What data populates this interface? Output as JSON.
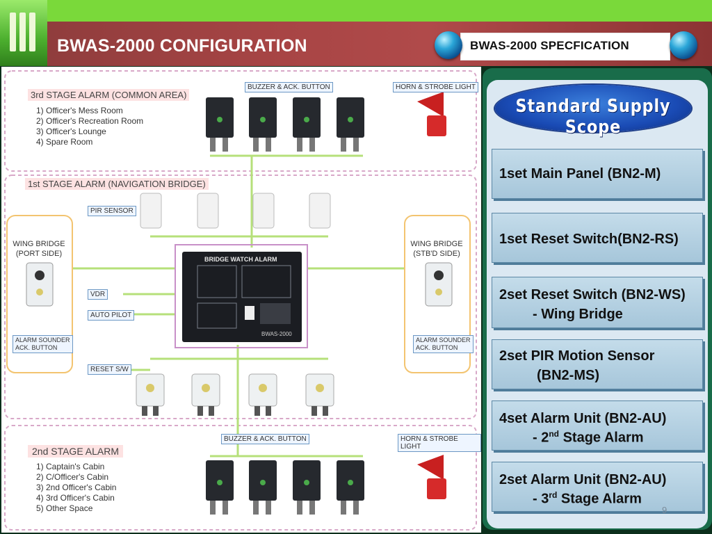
{
  "header": {
    "title": "BWAS-2000 CONFIGURATION",
    "spec_label": "BWAS-2000 SPECFICATION"
  },
  "diagram": {
    "third_stage": {
      "heading": "3rd STAGE ALARM (COMMON AREA)",
      "rooms": [
        "1) Officer's Mess Room",
        "2) Officer's Recreation Room",
        "3) Officer's Lounge",
        "4) Spare Room"
      ],
      "buzzer_label": "BUZZER & ACK. BUTTON",
      "horn_label": "HORN & STROBE LIGHT"
    },
    "first_stage": {
      "heading": "1st STAGE ALARM (NAVIGATION BRIDGE)",
      "pir_label": "PIR SENSOR",
      "wing_port": [
        "WING BRIDGE",
        "(PORT SIDE)"
      ],
      "wing_stbd": [
        "WING BRIDGE",
        "(STB'D SIDE)"
      ],
      "vdr": "VDR",
      "autopilot": "AUTO PILOT",
      "reset_sw": "RESET S/W",
      "alarm_sounder_port": [
        "ALARM SOUNDER",
        "ACK. BUTTON"
      ],
      "alarm_sounder_stbd": [
        "ALARM SOUNDER",
        "ACK. BUTTON"
      ],
      "panel_title": "BRIDGE WATCH ALARM",
      "panel_model": "BWAS-2000"
    },
    "second_stage": {
      "heading": "2nd STAGE ALARM",
      "rooms": [
        "1) Captain's Cabin",
        "2) C/Officer's Cabin",
        "3) 2nd Officer's Cabin",
        "4) 3rd Officer's Cabin",
        "5) Other Space"
      ],
      "buzzer_label": "BUZZER & ACK. BUTTON",
      "horn_label": "HORN & STROBE LIGHT"
    }
  },
  "scope": {
    "title": "Standard Supply Scope",
    "items": [
      {
        "line1": "1set Main Panel (BN2-M)",
        "line2": ""
      },
      {
        "line1": "1set Reset Switch(BN2-RS)",
        "line2": ""
      },
      {
        "line1": "2set Reset Switch (BN2-WS)",
        "line2": "- Wing Bridge"
      },
      {
        "line1": "2set PIR Motion Sensor",
        "line2": "(BN2-MS)"
      },
      {
        "line1": "4set Alarm Unit (BN2-AU)",
        "line2_pre": "- 2",
        "line2_sup": "nd",
        "line2_post": " Stage Alarm"
      },
      {
        "line1": "2set Alarm Unit (BN2-AU)",
        "line2_pre": "- 3",
        "line2_sup": "rd",
        "line2_post": " Stage Alarm"
      }
    ]
  },
  "page_number": "9",
  "colors": {
    "top_green": "#7ad93a",
    "title_red": "#a84545",
    "panel_green": "#196c4a",
    "item_blue": "#b8d4e6",
    "oval_blue": "#1a4bb5"
  }
}
